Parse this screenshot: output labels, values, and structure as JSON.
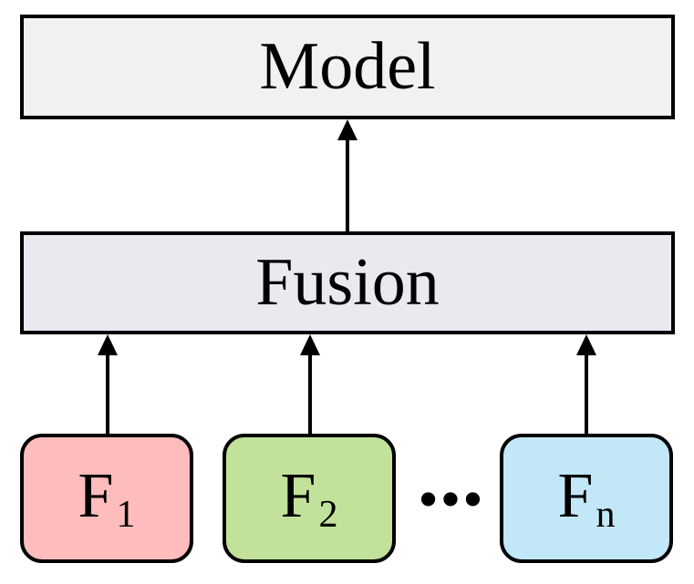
{
  "diagram": {
    "model_label": "Model",
    "fusion_label": "Fusion",
    "features": [
      {
        "base": "F",
        "sub": "1",
        "color": "#ffbcbc"
      },
      {
        "base": "F",
        "sub": "2",
        "color": "#c2e29b"
      },
      {
        "base": "F",
        "sub": "n",
        "color": "#c2e8f8"
      }
    ],
    "ellipsis": "•••",
    "colors": {
      "model_fill": "#f1f1f1",
      "fusion_fill": "#ebe8f0",
      "stroke": "#000000"
    }
  }
}
